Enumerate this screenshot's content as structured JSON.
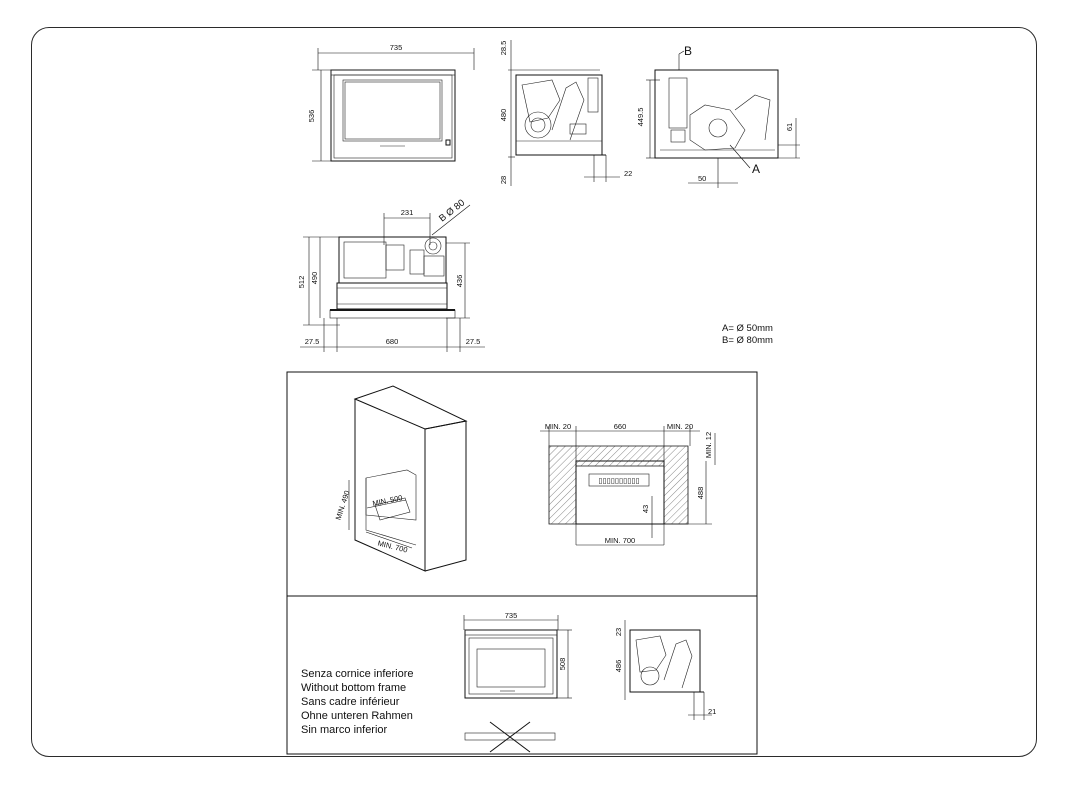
{
  "top_views": {
    "front": {
      "width": "735",
      "height": "536"
    },
    "side": {
      "top": "28.5",
      "height": "480",
      "bottom": "28",
      "depth_offset": "22"
    },
    "rear": {
      "marker_b": "B",
      "marker_a": "A",
      "height": "449.5",
      "offset_right": "61",
      "offset_bottom": "50"
    },
    "top_view": {
      "offset": "231",
      "flue": "B Ø 80",
      "height_total": "512",
      "height_inner": "490",
      "height_right": "436",
      "left": "27.5",
      "width": "680",
      "right": "27.5"
    }
  },
  "legend": {
    "line_a": "A=  Ø 50mm",
    "line_b": "B=  Ø 80mm"
  },
  "installation": {
    "niche_min_height": "MIN. 490",
    "niche_min_depth": "MIN. 500",
    "niche_min_width": "MIN. 700",
    "front_min_left": "MIN. 20",
    "front_width": "660",
    "front_min_right": "MIN. 20",
    "front_min_top": "MIN. 12",
    "front_height": "488",
    "front_bottom_gap": "43",
    "front_min_bottom_width": "MIN. 700"
  },
  "without_frame": {
    "captions": [
      "Senza cornice inferiore",
      "Without bottom frame",
      "Sans cadre inférieur",
      "Ohne unteren Rahmen",
      "Sin marco inferior"
    ],
    "width": "735",
    "front_height": "508",
    "side_top": "23",
    "side_height": "486",
    "side_offset": "21"
  }
}
